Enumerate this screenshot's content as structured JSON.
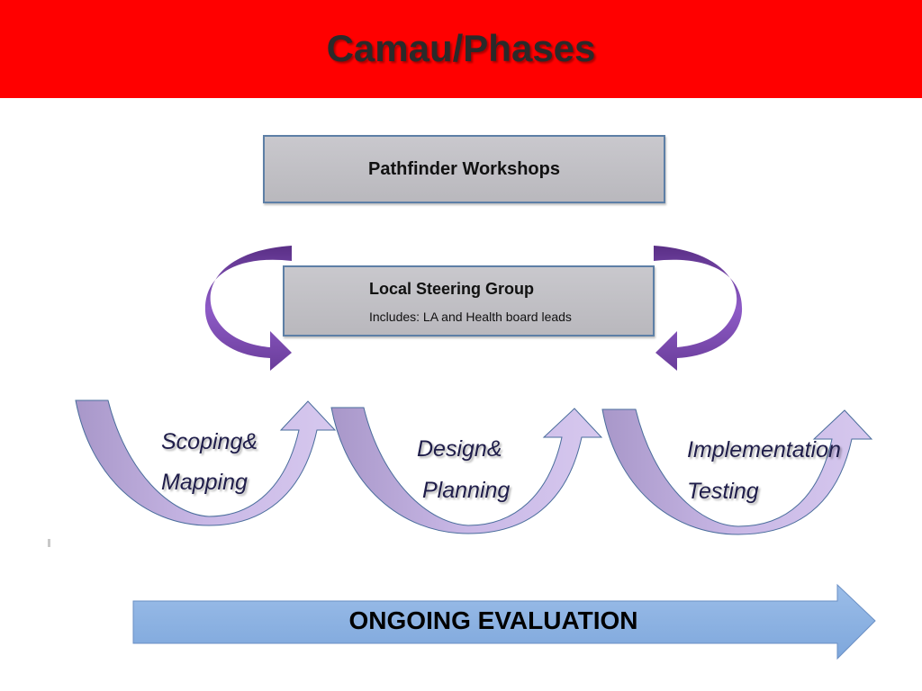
{
  "slide": {
    "title": "Camau/Phases"
  },
  "pathfinder": {
    "label": "Pathfinder Workshops"
  },
  "steering_group": {
    "title": "Local Steering Group",
    "subtitle": "Includes: LA and Health board leads"
  },
  "phases": [
    {
      "line1": "Scoping&",
      "line2": "Mapping"
    },
    {
      "line1": "Design&",
      "line2": "Planning"
    },
    {
      "line1": "Implementation",
      "line2": "Testing"
    }
  ],
  "evaluation": {
    "label": "ONGOING EVALUATION"
  },
  "colors": {
    "title_bar": "#ff0000",
    "box_fill": "#c0bfc4",
    "box_border": "#5d7fa6",
    "loop_arrow": "#6a3d9a",
    "phase_arrow": "#c5b3e0",
    "eval_arrow": "#8db3e2"
  }
}
